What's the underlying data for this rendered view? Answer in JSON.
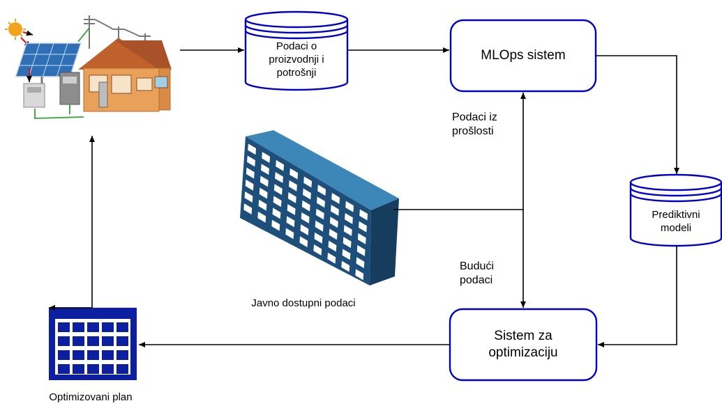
{
  "nodes": {
    "data_store": {
      "label": "Podaci o\nproizvodnji i\npotrošnji"
    },
    "mlops": {
      "label": "MLOps sistem"
    },
    "predictive": {
      "label": "Prediktivni\nmodeli"
    },
    "optimization": {
      "label": "Sistem za\noptimizaciju"
    },
    "public_data": {
      "label": "Javno dostupni podaci"
    },
    "plan": {
      "label": "Optimizovani plan"
    }
  },
  "edge_labels": {
    "past": "Podaci iz\nprošlosti",
    "future": "Budući\npodaci"
  },
  "colors": {
    "node_border": "#0000cc",
    "arrow": "#000000",
    "building_front": "#1d4f7a",
    "building_side": "#163d5e",
    "window": "#ffffff",
    "calendar": "#0b1fa0",
    "house_wall": "#e9a15a",
    "roof": "#c0612b",
    "panel": "#2f6fb5",
    "sun": "#f2a31b"
  },
  "icons": [
    "solar-house-icon",
    "office-building-icon",
    "calendar-icon"
  ]
}
